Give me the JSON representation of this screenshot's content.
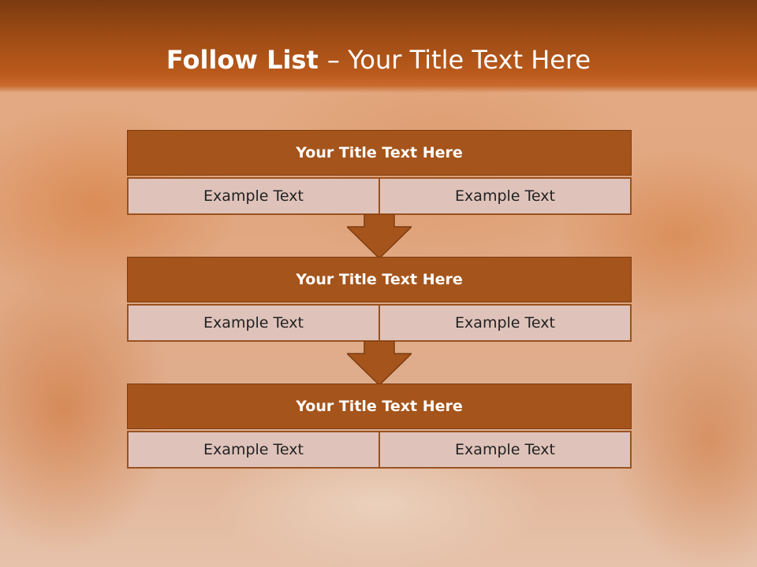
{
  "title": {
    "bold": "Follow List ",
    "rest": " – Your Title Text Here"
  },
  "steps": [
    {
      "title": "Your Title Text Here",
      "left": "Example Text",
      "right": "Example Text"
    },
    {
      "title": "Your Title Text Here",
      "left": "Example Text",
      "right": "Example Text"
    },
    {
      "title": "Your Title Text Here",
      "left": "Example Text",
      "right": "Example Text"
    }
  ],
  "icons": [
    "down-arrow-icon",
    "down-arrow-icon"
  ],
  "colors": {
    "header": "#a5541b",
    "title_bar": "#a5541b",
    "cell": "#dfc3ba",
    "arrow": "#a5541b",
    "title_text": "#ffffff"
  }
}
